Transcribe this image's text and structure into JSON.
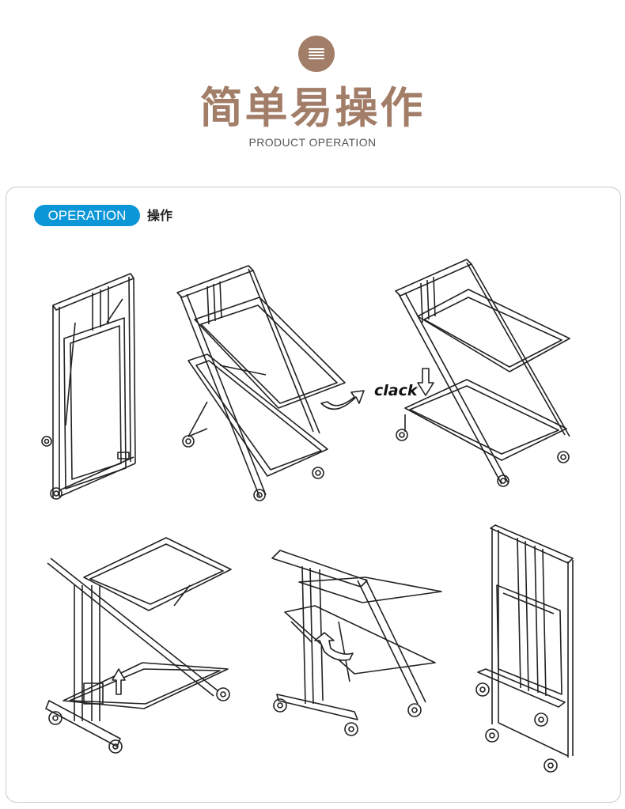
{
  "header": {
    "icon": "list-icon",
    "title": "简单易操作",
    "subtitle": "PRODUCT OPERATION"
  },
  "panel": {
    "badge_label": "OPERATION",
    "label": "操作",
    "clack_text": "clack"
  },
  "colors": {
    "brand": "#a27e68",
    "accent_blue": "#0b96d8",
    "line_art": "#222222"
  }
}
